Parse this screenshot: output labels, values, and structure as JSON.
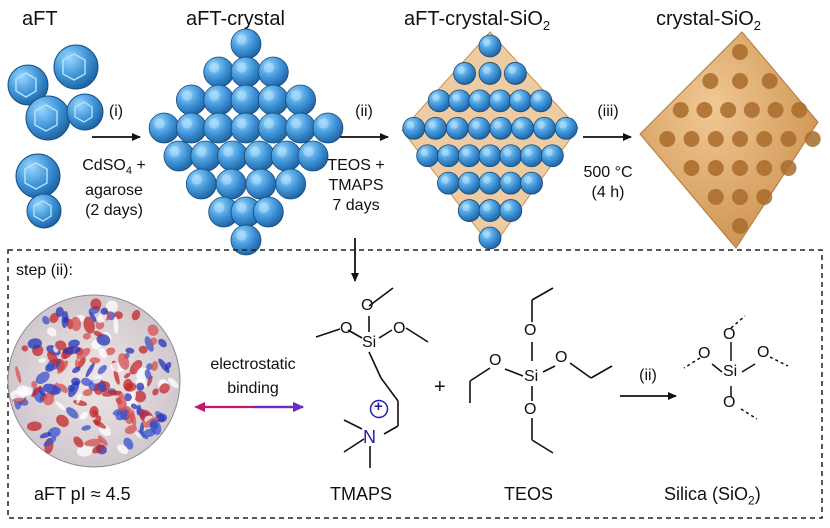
{
  "titles": {
    "aft": "aFT",
    "aft_crystal": "aFT-crystal",
    "aft_crystal_sio2_prefix": "aFT-crystal-SiO",
    "aft_crystal_sio2_sub": "2",
    "crystal_sio2_prefix": "crystal-SiO",
    "crystal_sio2_sub": "2"
  },
  "steps": {
    "step1": {
      "label": "(i)",
      "reagent_prefix": "CdSO",
      "reagent_sub": "4",
      "reagent_suffix": " +",
      "line2": "agarose",
      "line3": "(2 days)"
    },
    "step2": {
      "label": "(ii)",
      "line1": "TEOS +",
      "line2": "TMAPS",
      "line3": "7 days"
    },
    "step3": {
      "label": "(iii)",
      "line1": "500 °C",
      "line2": "(4 h)"
    }
  },
  "box": {
    "title": "step (ii):",
    "binding_line1": "electrostatic",
    "binding_line2": "binding",
    "aft_pi": "aFT pI ≈ 4.5",
    "plus": "+",
    "arrow_label": "(ii)",
    "tmaps_name": "TMAPS",
    "teos_name": "TEOS",
    "silica_prefix": "Silica (SiO",
    "silica_sub": "2",
    "silica_suffix": ")"
  },
  "atoms": {
    "si": "Si",
    "o": "O",
    "n": "N",
    "plus_charge": "+"
  },
  "colors": {
    "protein": "#3d8fd6",
    "protein_light": "#7cc4f2",
    "silica": "#d9a25c",
    "nitrogen": "#1f1fb5",
    "arrow_magenta": "#c0186d",
    "arrow_purple": "#6a2fc2"
  }
}
